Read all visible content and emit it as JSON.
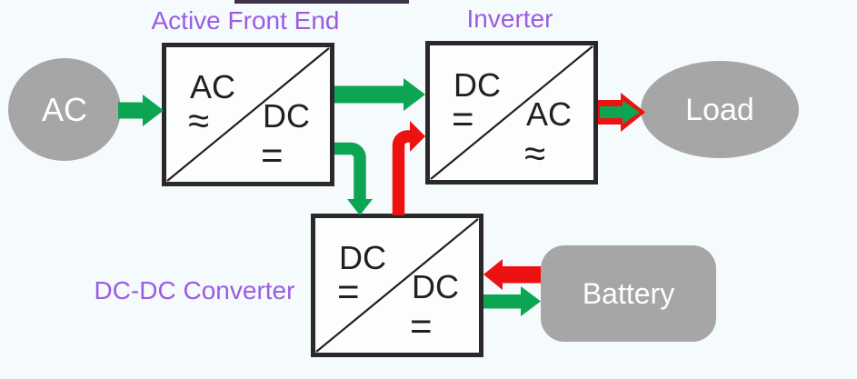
{
  "colors": {
    "bg": "#f5fbfd",
    "green": "#0ca551",
    "red": "#ed1111",
    "purple": "#9b5ce0",
    "gray": "#a6a6a6",
    "ink": "#231f20",
    "border": "#2b2829",
    "boxfill": "#fcfdfd",
    "artifact": "#3d3349"
  },
  "nodes": {
    "source": {
      "label": "AC"
    },
    "load": {
      "label": "Load"
    },
    "battery": {
      "label": "Battery"
    },
    "afe": {
      "title": "Active Front End",
      "in_label": "AC",
      "in_symbol": "≈",
      "out_label": "DC",
      "out_symbol": "="
    },
    "inverter": {
      "title": "Inverter",
      "in_label": "DC",
      "in_symbol": "=",
      "out_label": "AC",
      "out_symbol": "≈"
    },
    "dcdc": {
      "title": "DC-DC Converter",
      "in_label": "DC",
      "in_symbol": "=",
      "out_label": "DC",
      "out_symbol": "="
    }
  },
  "flows": [
    {
      "name": "grid-to-afe",
      "color": "green",
      "from": "AC source",
      "to": "Active Front End"
    },
    {
      "name": "afe-to-inverter",
      "color": "green",
      "from": "Active Front End",
      "to": "Inverter"
    },
    {
      "name": "afe-to-dcdc",
      "color": "green",
      "from": "Active Front End",
      "to": "DC-DC Converter"
    },
    {
      "name": "dcdc-to-inverter",
      "color": "red",
      "from": "DC-DC Converter",
      "to": "Inverter"
    },
    {
      "name": "inverter-to-load",
      "color": "red-with-green",
      "from": "Inverter",
      "to": "Load"
    },
    {
      "name": "battery-to-dcdc",
      "color": "red",
      "from": "Battery",
      "to": "DC-DC Converter"
    },
    {
      "name": "dcdc-to-battery",
      "color": "green",
      "from": "DC-DC Converter",
      "to": "Battery"
    }
  ]
}
